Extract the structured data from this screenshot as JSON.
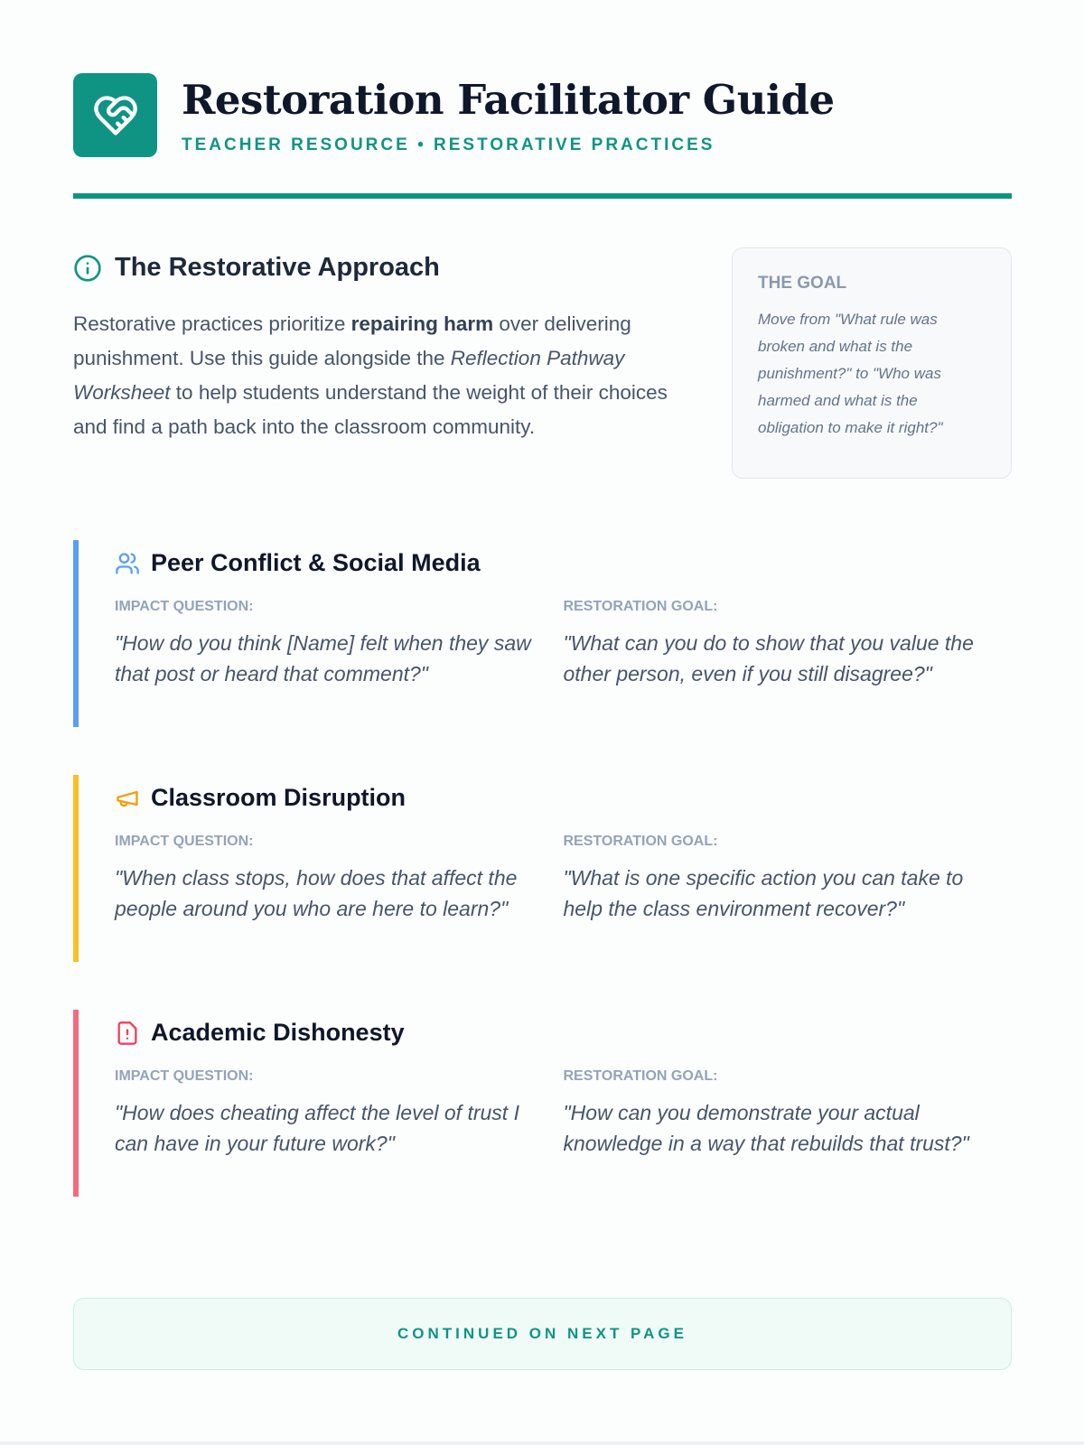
{
  "header": {
    "title": "Restoration Facilitator Guide",
    "subtitle": "TEACHER RESOURCE • RESTORATIVE PRACTICES",
    "logo_icon": "heart-handshake-icon"
  },
  "intro": {
    "heading": "The Restorative Approach",
    "p1": "Restorative practices prioritize ",
    "bold": "repairing harm",
    "p2": " over delivering punishment. Use this guide alongside the ",
    "italic": "Reflection Pathway Worksheet",
    "p3": " to help students understand the weight of their choices and find a path back into the classroom community."
  },
  "goal": {
    "title": "THE GOAL",
    "text": "Move from \"What rule was broken and what is the punishment?\" to \"Who was harmed and what is the obligation to make it right?\""
  },
  "scenarios": [
    {
      "title": "Peer Conflict & Social Media",
      "icon": "users-icon",
      "color": "#5b9ef5",
      "impact_label": "IMPACT QUESTION:",
      "impact": "\"How do you think [Name] felt when they saw that post or heard that comment?\"",
      "goal_label": "RESTORATION GOAL:",
      "goal": "\"What can you do to show that you value the other person, even if you still disagree?\""
    },
    {
      "title": "Classroom Disruption",
      "icon": "megaphone-icon",
      "color": "#fbbf24",
      "impact_label": "IMPACT QUESTION:",
      "impact": "\"When class stops, how does that affect the people around you who are here to learn?\"",
      "goal_label": "RESTORATION GOAL:",
      "goal": "\"What is one specific action you can take to help the class environment recover?\""
    },
    {
      "title": "Academic Dishonesty",
      "icon": "file-alert-icon",
      "color": "#f26b7e",
      "impact_label": "IMPACT QUESTION:",
      "impact": "\"How does cheating affect the level of trust I can have in your future work?\"",
      "goal_label": "RESTORATION GOAL:",
      "goal": "\"How can you demonstrate your actual knowledge in a way that rebuilds that trust?\""
    }
  ],
  "footer": {
    "text": "CONTINUED ON NEXT PAGE"
  }
}
